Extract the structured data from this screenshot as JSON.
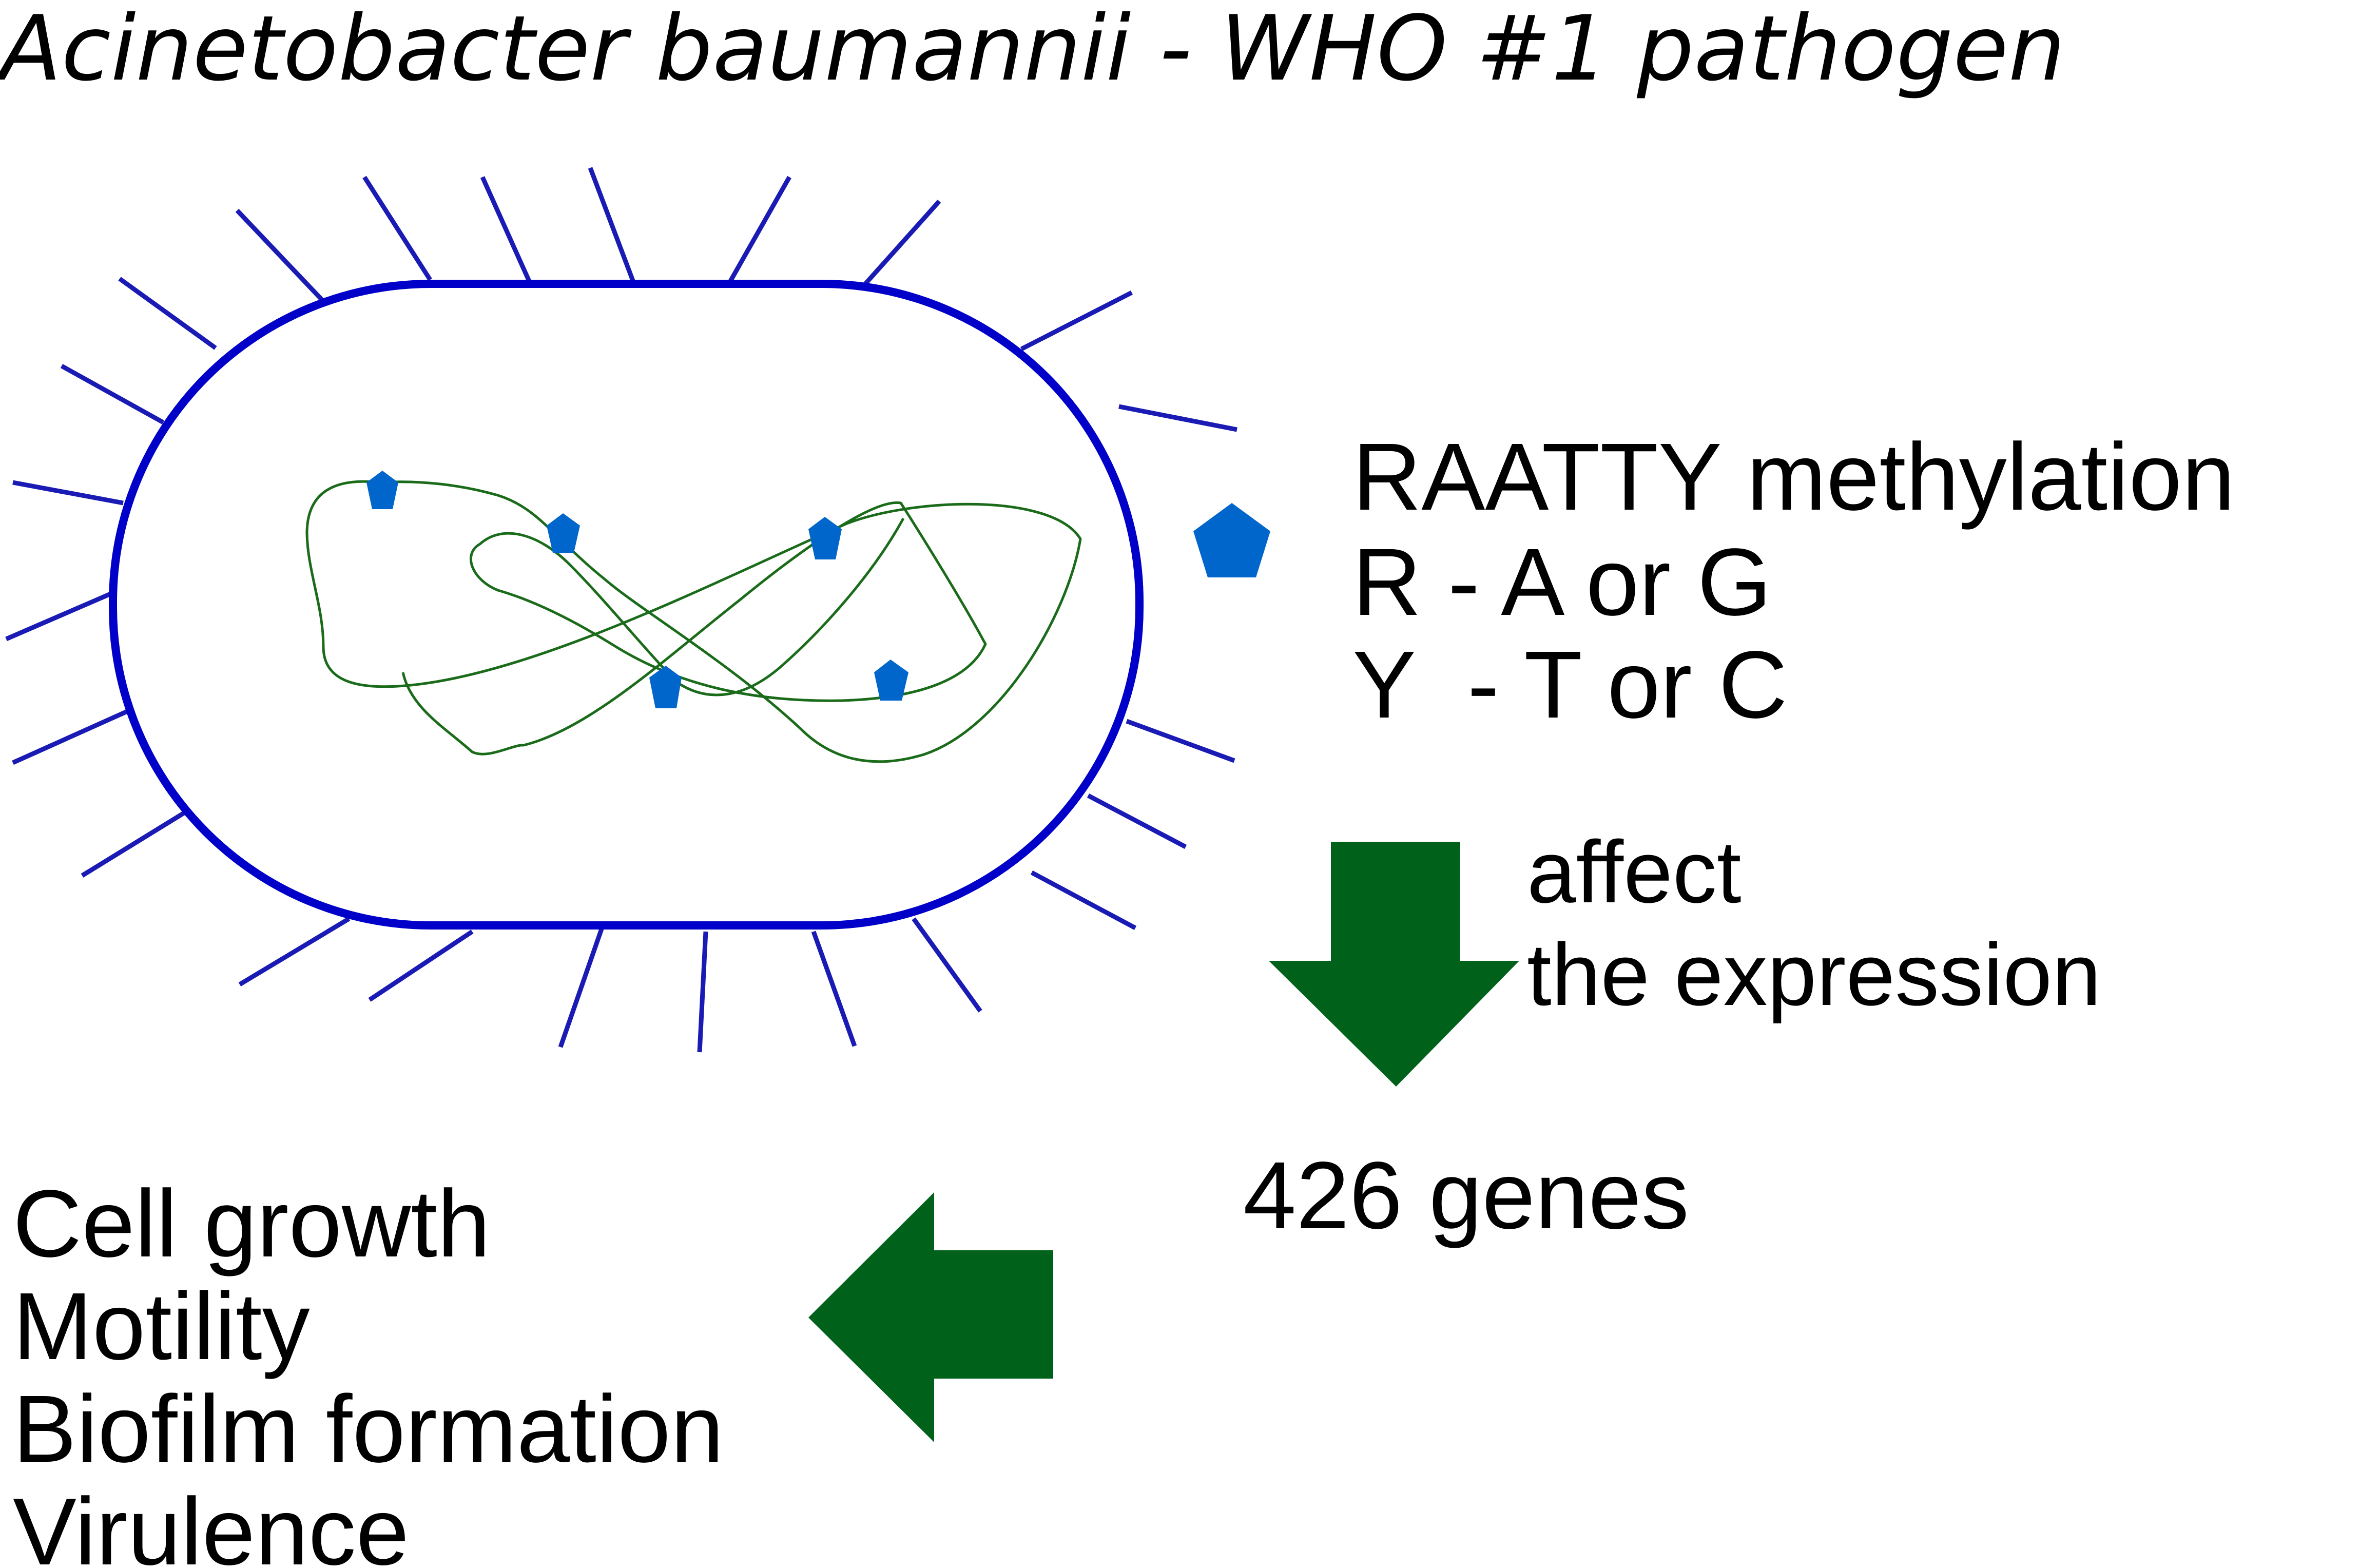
{
  "title": "Acinetobacter baumannii - WHO #1 pathogen",
  "legend": {
    "symbol_icon": "pentagon-icon",
    "lines": [
      "RAATTY methylation",
      "R - A or G",
      "Y  - T or C"
    ]
  },
  "effect_label": {
    "lines": [
      "affect",
      "the expression"
    ]
  },
  "genes_label": "426 genes",
  "outcomes": [
    "Cell growth",
    "Motility",
    "Biofilm formation",
    "Virulence"
  ],
  "colors": {
    "cell_membrane": "#0000c8",
    "pili": "#1a1ab4",
    "dna": "#1a6b1a",
    "methyl_mark": "#0066cc",
    "arrow": "#00621a",
    "text": "#000000"
  }
}
